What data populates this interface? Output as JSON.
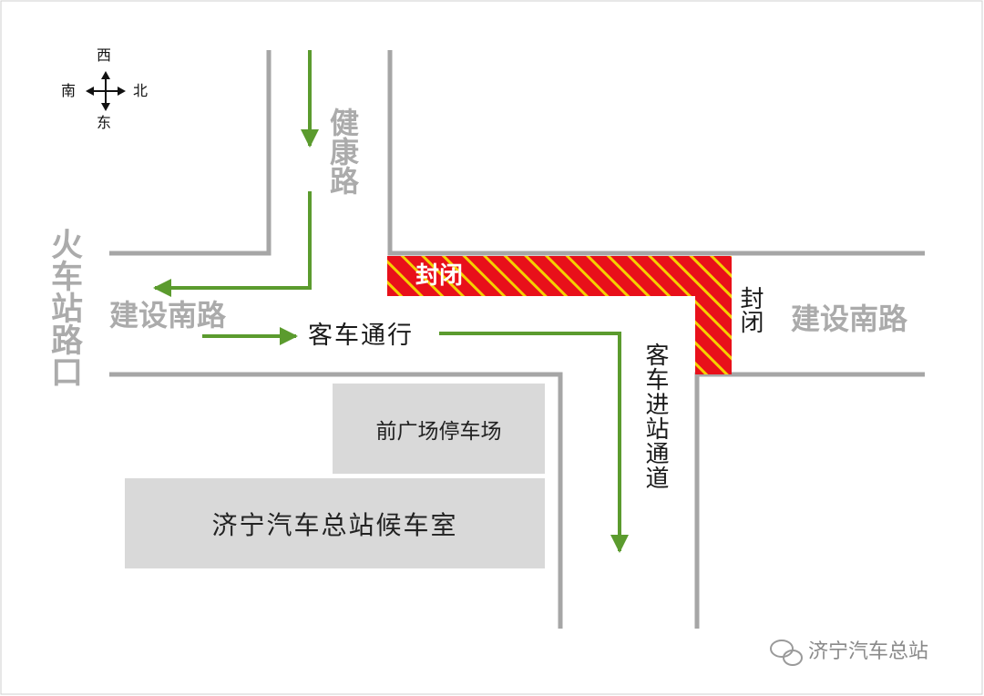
{
  "compass": {
    "north_top": "西",
    "left": "南",
    "right": "北",
    "bottom": "东"
  },
  "roads": {
    "top_road": "健康路",
    "left_road_vertical": "火车站路口",
    "left_road": "建设南路",
    "right_road": "建设南路"
  },
  "closures": {
    "horizontal_label": "封闭",
    "vertical_label": "封闭",
    "hatch_color": "#e8101a",
    "stripe_color": "#f5d000"
  },
  "routes": {
    "through_traffic": "客车通行",
    "station_entry": "客车进站通道",
    "arrow_color": "#5b9b2e"
  },
  "buildings": {
    "parking": "前广场停车场",
    "waiting_room": "济宁汽车总站候车室"
  },
  "watermark": {
    "text": "济宁汽车总站"
  }
}
